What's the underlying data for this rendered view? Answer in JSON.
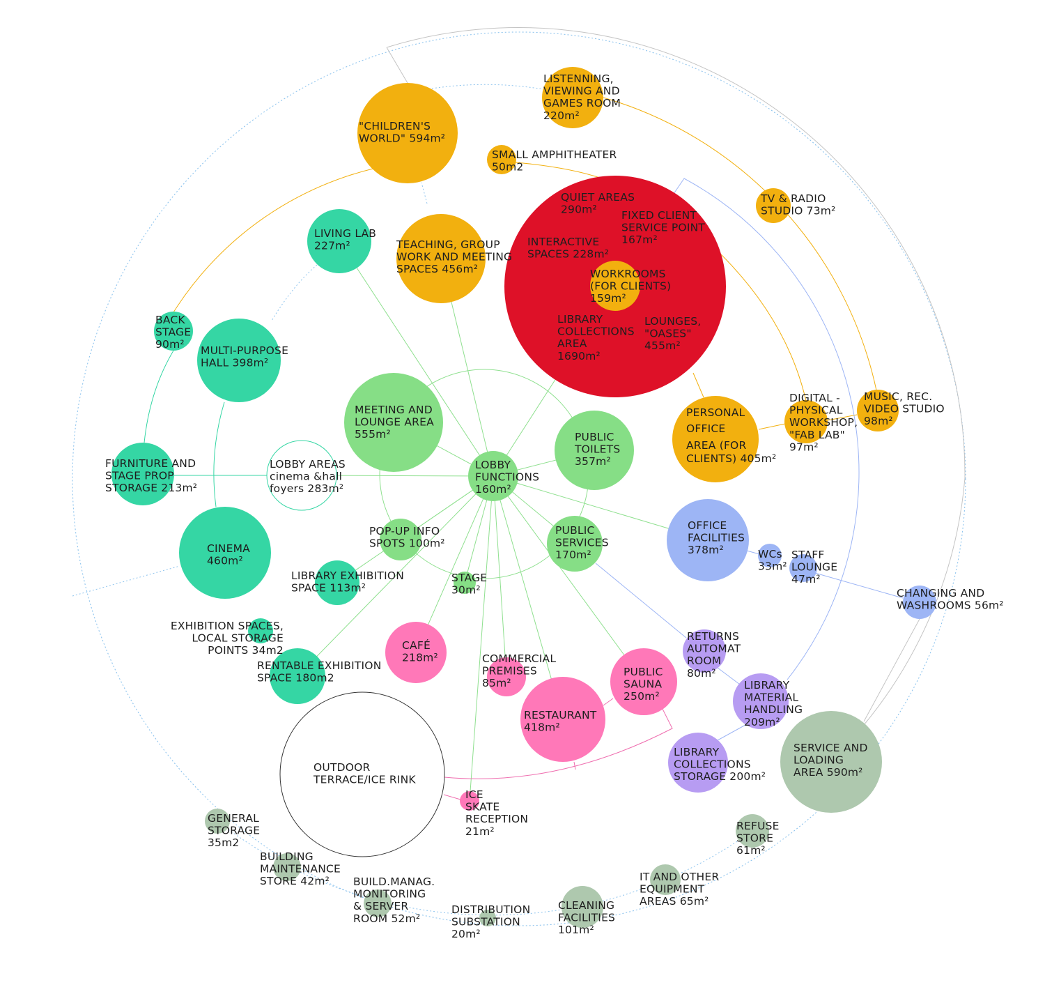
{
  "colors": {
    "red": "#de1128",
    "orange": "#f2b00f",
    "teal": "#35d6a4",
    "green": "#86de86",
    "blue": "#9db5f5",
    "pink": "#ff78b8",
    "purple": "#b79cf2",
    "gray": "#aec8ae",
    "line_orange": "#f2b00f",
    "line_green": "#8fe08f",
    "line_teal": "#35d6a4",
    "line_blue": "#9db5f5",
    "line_pink": "#ef6fb0",
    "line_gray": "#c4c4c4",
    "dotted_blue": "#8ec4ee"
  },
  "nodes": [
    {
      "id": "childrens-world",
      "color": "orange",
      "lines": [
        "\"CHILDREN'S",
        "WORLD\" 594m²"
      ]
    },
    {
      "id": "listening-room",
      "color": "orange",
      "lines": [
        "LISTENNING,",
        "VIEWING AND",
        "GAMES ROOM",
        "220m²"
      ]
    },
    {
      "id": "small-amphitheater",
      "color": "orange",
      "lines": [
        "SMALL AMPHITHEATER",
        "50m2"
      ]
    },
    {
      "id": "tv-radio-studio",
      "color": "orange",
      "lines": [
        "TV & RADIO",
        "STUDIO 73m²"
      ]
    },
    {
      "id": "teaching-spaces",
      "color": "orange",
      "lines": [
        "TEACHING, GROUP",
        "WORK AND MEETING",
        "SPACES 456m²"
      ]
    },
    {
      "id": "library-main",
      "color": "red",
      "lines": []
    },
    {
      "id": "quiet-areas",
      "color": "none",
      "lines": [
        "QUIET AREAS",
        "290m²"
      ]
    },
    {
      "id": "fixed-client-service",
      "color": "none",
      "lines": [
        "FIXED CLIENT",
        "SERVICE POINT",
        "167m²"
      ]
    },
    {
      "id": "interactive-spaces",
      "color": "none",
      "lines": [
        "INTERACTIVE",
        "SPACES 228m²"
      ]
    },
    {
      "id": "workrooms",
      "color": "orange",
      "lines": [
        "WORKROOMS",
        "(FOR CLIENTS)",
        "159m²"
      ]
    },
    {
      "id": "library-collections-area",
      "color": "none",
      "lines": [
        "LIBRARY",
        "COLLECTIONS",
        "AREA",
        "1690m²"
      ]
    },
    {
      "id": "lounges-oases",
      "color": "none",
      "lines": [
        "LOUNGES,",
        "\"OASES\"",
        "455m²"
      ]
    },
    {
      "id": "personal-office",
      "color": "orange",
      "lines": [
        "PERSONAL",
        "OFFICE",
        "AREA (FOR",
        "CLIENTS) 405m²"
      ]
    },
    {
      "id": "fab-lab",
      "color": "orange",
      "lines": [
        "DIGITAL -",
        "PHYSICAL",
        "WORKSHOP,",
        "\"FAB LAB\"",
        "97m²"
      ]
    },
    {
      "id": "music-studio",
      "color": "orange",
      "lines": [
        "MUSIC, REC.",
        "VIDEO STUDIO",
        "98m²"
      ]
    },
    {
      "id": "living-lab",
      "color": "teal",
      "lines": [
        "LIVING LAB",
        "227m²"
      ]
    },
    {
      "id": "back-stage",
      "color": "teal",
      "lines": [
        "BACK",
        "STAGE",
        "90m²"
      ]
    },
    {
      "id": "multi-purpose-hall",
      "color": "teal",
      "lines": [
        "MULTI-PURPOSE",
        "HALL 398m²"
      ]
    },
    {
      "id": "furniture-storage",
      "color": "teal",
      "lines": [
        "FURNITURE AND",
        "STAGE PROP",
        "STORAGE 213m²"
      ]
    },
    {
      "id": "lobby-areas",
      "color": "outline-teal",
      "lines": [
        "LOBBY AREAS",
        "cinema &hall",
        "foyers 283m²"
      ]
    },
    {
      "id": "cinema",
      "color": "teal",
      "lines": [
        "CINEMA",
        "460m²"
      ]
    },
    {
      "id": "library-exhibition",
      "color": "teal",
      "lines": [
        "LIBRARY EXHIBITION",
        "SPACE 113m²"
      ]
    },
    {
      "id": "exhibition-storage",
      "color": "teal",
      "lines": [
        "EXHIBITION SPACES,",
        "LOCAL STORAGE",
        "POINTS 34m2"
      ]
    },
    {
      "id": "rentable-exhibition",
      "color": "teal",
      "lines": [
        "RENTABLE EXHIBITION",
        "SPACE 180m2"
      ]
    },
    {
      "id": "meeting-lounge",
      "color": "green",
      "lines": [
        "MEETING AND",
        "LOUNGE AREA",
        "555m²"
      ]
    },
    {
      "id": "lobby-functions",
      "color": "green",
      "lines": [
        "LOBBY",
        "FUNCTIONS",
        "160m²"
      ]
    },
    {
      "id": "public-toilets",
      "color": "green",
      "lines": [
        "PUBLIC",
        "TOILETS",
        "357m²"
      ]
    },
    {
      "id": "popup-info",
      "color": "green",
      "lines": [
        "POP-UP INFO",
        "SPOTS 100m²"
      ]
    },
    {
      "id": "stage",
      "color": "green",
      "lines": [
        "STAGE",
        "30m²"
      ]
    },
    {
      "id": "public-services",
      "color": "green",
      "lines": [
        "PUBLIC",
        "SERVICES",
        "170m²"
      ]
    },
    {
      "id": "office-facilities",
      "color": "blue",
      "lines": [
        "OFFICE",
        "FACILITIES",
        "378m²"
      ]
    },
    {
      "id": "wcs",
      "color": "blue",
      "lines": [
        "WCs",
        "33m²"
      ]
    },
    {
      "id": "staff-lounge",
      "color": "blue",
      "lines": [
        "STAFF",
        "LOUNGE",
        "47m²"
      ]
    },
    {
      "id": "changing-washrooms",
      "color": "blue",
      "lines": [
        "CHANGING AND",
        "WASHROOMS 56m²"
      ]
    },
    {
      "id": "cafe",
      "color": "pink",
      "lines": [
        "CAFÉ",
        "218m²"
      ]
    },
    {
      "id": "commercial-premises",
      "color": "pink",
      "lines": [
        "COMMERCIAL",
        "PREMISES",
        "85m²"
      ]
    },
    {
      "id": "restaurant",
      "color": "pink",
      "lines": [
        "RESTAURANT",
        "418m²"
      ]
    },
    {
      "id": "public-sauna",
      "color": "pink",
      "lines": [
        "PUBLIC",
        "SAUNA",
        "250m²"
      ]
    },
    {
      "id": "ice-skate-reception",
      "color": "pink",
      "lines": [
        "ICE",
        "SKATE",
        "RECEPTION",
        "21m²"
      ]
    },
    {
      "id": "outdoor-terrace",
      "color": "outline-black",
      "lines": [
        "OUTDOOR",
        "TERRACE/ICE RINK"
      ]
    },
    {
      "id": "returns-automat",
      "color": "purple",
      "lines": [
        "RETURNS",
        "AUTOMAT",
        "ROOM",
        "80m²"
      ]
    },
    {
      "id": "library-material-handling",
      "color": "purple",
      "lines": [
        "LIBRARY",
        "MATERIAL",
        "HANDLING",
        "209m²"
      ]
    },
    {
      "id": "library-collections-storage",
      "color": "purple",
      "lines": [
        "LIBRARY",
        "COLLECTIONS",
        "STORAGE 200m²"
      ]
    },
    {
      "id": "service-loading",
      "color": "gray",
      "lines": [
        "SERVICE AND",
        "LOADING",
        "AREA 590m²"
      ]
    },
    {
      "id": "refuse-store",
      "color": "gray",
      "lines": [
        "REFUSE",
        "STORE",
        "61m²"
      ]
    },
    {
      "id": "it-equipment",
      "color": "gray",
      "lines": [
        "IT AND OTHER",
        "EQUIPMENT",
        "AREAS 65m²"
      ]
    },
    {
      "id": "cleaning-facilities",
      "color": "gray",
      "lines": [
        "CLEANING",
        "FACILITIES",
        "101m²"
      ]
    },
    {
      "id": "distribution-substation",
      "color": "gray",
      "lines": [
        "DISTRIBUTION",
        "SUBSTATION",
        "20m²"
      ]
    },
    {
      "id": "build-manag",
      "color": "gray",
      "lines": [
        "BUILD.MANAG.",
        "MONITORING",
        "& SERVER",
        "ROOM 52m²"
      ]
    },
    {
      "id": "building-maintenance",
      "color": "gray",
      "lines": [
        "BUILDING",
        "MAINTENANCE",
        "STORE 42m²"
      ]
    },
    {
      "id": "general-storage",
      "color": "gray",
      "lines": [
        "GENERAL",
        "STORAGE",
        "35m2"
      ]
    }
  ]
}
